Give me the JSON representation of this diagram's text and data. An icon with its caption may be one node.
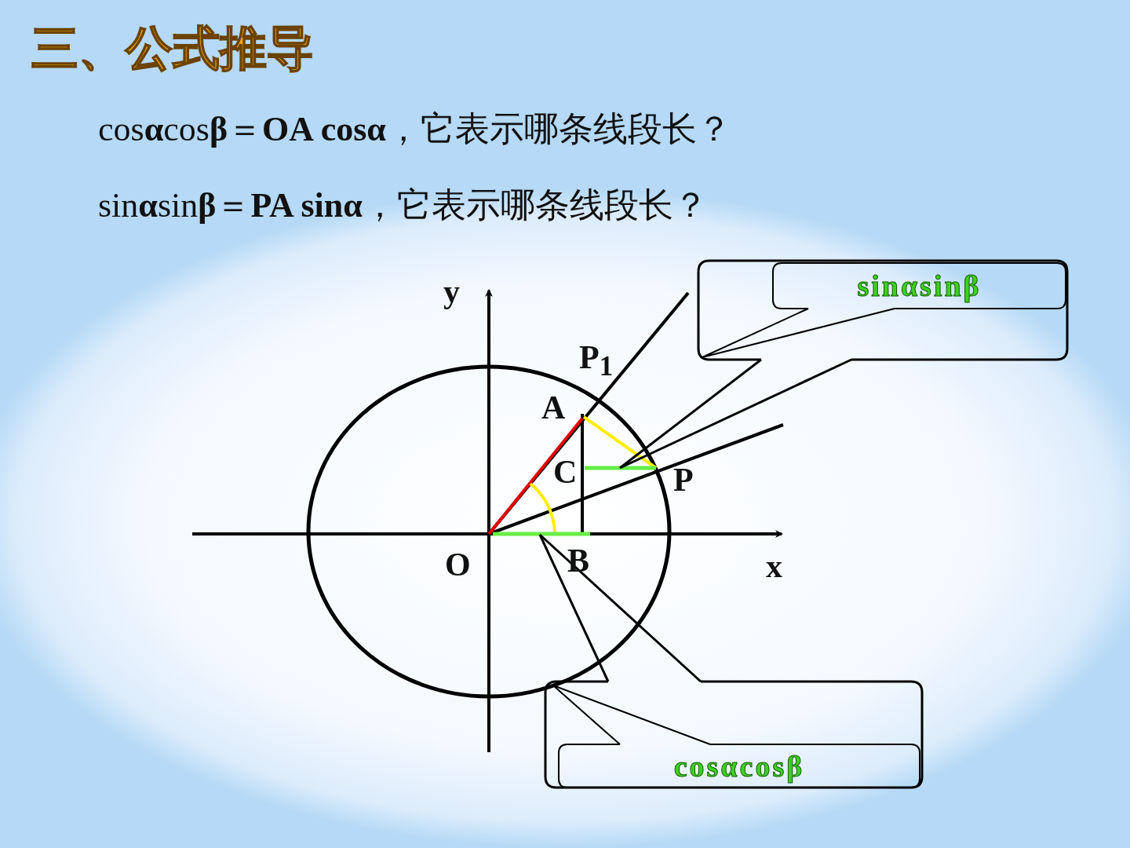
{
  "diagram": {
    "title": "三、公式推导",
    "nodes": [
      {
        "text": [],
        "shape": "box"
      },
      {
        "text": [
          "sinαsinβ"
        ],
        "in": 0
      },
      {
        "text": [],
        "shape": "box"
      },
      {
        "text": [
          "cosαcosβ"
        ],
        "in": 2
      },
      {
        "text": [],
        "shape": "bar"
      },
      {
        "text": [],
        "shape": "bar"
      }
    ],
    "edges": [
      {
        "from": 0,
        "to": 4,
        "arrow": "none"
      },
      {
        "from": 2,
        "to": 5,
        "arrow": "none"
      },
      {
        "from": 1,
        "to": 0,
        "arrow": "none"
      },
      {
        "from": 3,
        "to": 2,
        "arrow": "none"
      }
    ],
    "labels": [
      "cos**α**cos**β**＝**OA cosα**，它表示哪条线段长？",
      "sin**α**sin**β**＝**PA sinα**，它表示哪条线段长？",
      "y",
      "P$_{1}$",
      "A",
      "C",
      "P",
      "O",
      "B",
      "x"
    ]
  }
}
